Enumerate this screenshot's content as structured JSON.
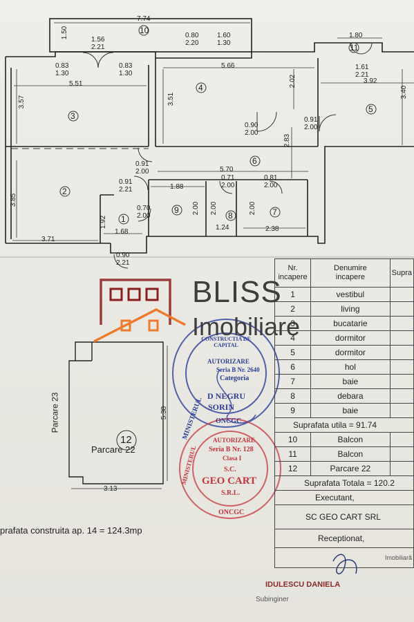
{
  "plan": {
    "dims": [
      "7.74",
      "1.50",
      "1.80",
      "5.51",
      "5.66",
      "3.92",
      "3.57",
      "3.51",
      "2.02",
      "3.40",
      "2.83",
      "5.70",
      "1.88",
      "3.85",
      "2.00",
      "2.00",
      "2.00",
      "1.92",
      "1.68",
      "1.24",
      "2.38",
      "3.71"
    ],
    "doors": [
      {
        "top": "1.56",
        "bottom": "2.21"
      },
      {
        "top": "0.83",
        "bottom": "1.30"
      },
      {
        "top": "0.83",
        "bottom": "1.30"
      },
      {
        "top": "0.80",
        "bottom": "2.20"
      },
      {
        "top": "1.60",
        "bottom": "1.30"
      },
      {
        "top": "1.61",
        "bottom": "2.21"
      },
      {
        "top": "0.90",
        "bottom": "2.00"
      },
      {
        "top": "0.91",
        "bottom": "2.00"
      },
      {
        "top": "0.91",
        "bottom": "2.00"
      },
      {
        "top": "0.71",
        "bottom": "2.00"
      },
      {
        "top": "0.81",
        "bottom": "2.00"
      },
      {
        "top": "0.91",
        "bottom": "2.21"
      },
      {
        "top": "0.70",
        "bottom": "2.00"
      },
      {
        "top": "0.90",
        "bottom": "2.21"
      }
    ],
    "rooms": [
      "3",
      "2",
      "4",
      "5",
      "6",
      "1",
      "9",
      "8",
      "7",
      "10",
      "11"
    ]
  },
  "parking": {
    "number": "12",
    "label": "Parcare 22",
    "neighbor": "Parcare 23",
    "height": "5.38",
    "width": "3.13"
  },
  "brand": {
    "name": "BLISS",
    "subtitle": "Imobiliare",
    "colors": {
      "dark": "#8a1e1e",
      "orange": "#ee7a2c",
      "text": "#3d3d3d"
    }
  },
  "stamps": {
    "blue": {
      "line1": "CONSTRUCTIA DE CAPITAL",
      "line2": "AUTORIZARE",
      "line3": "Seria B Nr. 2640",
      "line4": "Categoria",
      "line5": "D NEGRU",
      "line6": "SORIN",
      "line7": "ONCGC",
      "ring": "MINISTERUL",
      "color": "#2c3e9a"
    },
    "red": {
      "line1": "AUTORIZARE",
      "line2": "Seria B Nr. 128",
      "line3": "Clasa I",
      "line4": "S.C.",
      "line5": "GEO CART",
      "line6": "S.R.L.",
      "line7": "ONCGC",
      "ring": "MINISTERUL",
      "color": "#c7343c"
    }
  },
  "table": {
    "header": {
      "nr_line1": "Nr.",
      "nr_line2": "incapere",
      "name_line1": "Denumire",
      "name_line2": "incapere",
      "area": "Supra"
    },
    "rows": [
      {
        "nr": "1",
        "name": "vestibul"
      },
      {
        "nr": "2",
        "name": "living"
      },
      {
        "nr": "3",
        "name": "bucatarie"
      },
      {
        "nr": "4",
        "name": "dormitor"
      },
      {
        "nr": "5",
        "name": "dormitor"
      },
      {
        "nr": "6",
        "name": "hol"
      },
      {
        "nr": "7",
        "name": "baie"
      },
      {
        "nr": "8",
        "name": "debara"
      },
      {
        "nr": "9",
        "name": "baie"
      },
      {
        "nr": "10",
        "name": "Balcon"
      },
      {
        "nr": "11",
        "name": "Balcon"
      },
      {
        "nr": "12",
        "name": "Parcare 22"
      }
    ],
    "subtotal": "Suprafata utila = 91.74",
    "total": "Suprafata Totala = 120.2",
    "executant_label": "Executant,",
    "executant_value": "SC GEO CART SRL",
    "receptionat_label": "Receptionat,",
    "signature_note": "Imobiliară"
  },
  "footer": {
    "built_area": "prafata construita ap. 14 = 124.3mp",
    "signatory": "IDULESCU DANIELA",
    "role": "Subinginer"
  }
}
